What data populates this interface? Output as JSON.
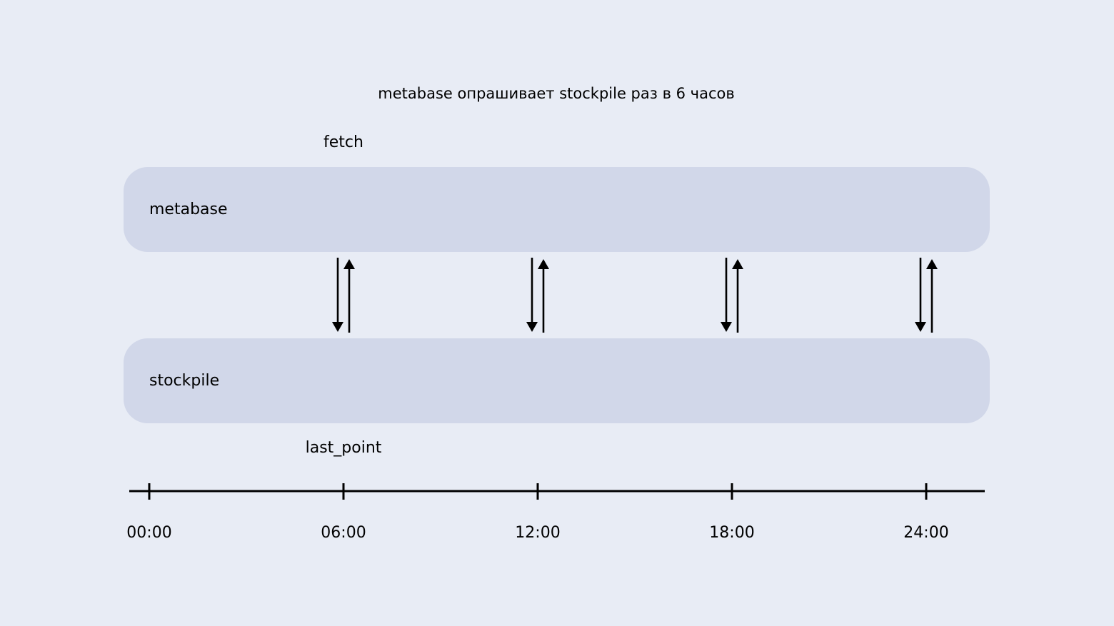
{
  "title": "metabase опрашивает stockpile раз в 6 часов",
  "labels": {
    "fetch": "fetch",
    "last_point": "last_point"
  },
  "lanes": {
    "metabase": "metabase",
    "stockpile": "stockpile"
  },
  "timeline": {
    "ticks": [
      "00:00",
      "06:00",
      "12:00",
      "18:00",
      "24:00"
    ]
  },
  "exchanges": [
    "06:00",
    "12:00",
    "18:00",
    "24:00"
  ],
  "colors": {
    "background": "#e8ecf5",
    "lane": "#d1d7e9",
    "stroke": "#000000"
  }
}
